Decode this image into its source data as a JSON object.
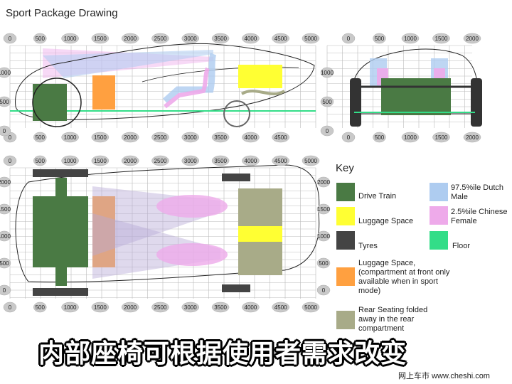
{
  "title": "Sport Package Drawing",
  "axes": {
    "top_x_ticks": [
      "0",
      "500",
      "1000",
      "1500",
      "2000",
      "2500",
      "3000",
      "3500",
      "4000",
      "4500",
      "5000"
    ],
    "top_x_ticks_bottom": [
      "0",
      "500",
      "1000",
      "1500",
      "2000",
      "2500",
      "3000",
      "3500",
      "4000",
      "4500"
    ],
    "side_y_ticks": [
      "1000",
      "500",
      "0"
    ],
    "front_x_ticks": [
      "0",
      "500",
      "1000",
      "1500",
      "2000"
    ],
    "plan_y_ticks": [
      "2000",
      "1500",
      "1000",
      "500",
      "0"
    ]
  },
  "key": {
    "title": "Key",
    "items": [
      {
        "label": "Drive Train",
        "color": "#4a7a44"
      },
      {
        "label": "Luggage Space",
        "color": "#ffff33"
      },
      {
        "label": "Tyres",
        "color": "#444444"
      },
      {
        "label": "Luggage Space, (compartment at front only available when in sport mode)",
        "color": "#ffa040"
      },
      {
        "label": "Rear Seating folded away in the rear compartment",
        "color": "#a8ab88"
      },
      {
        "label": "97.5%ile Dutch Male",
        "color": "#aeccf0"
      },
      {
        "label": "2.5%ile Chinese Female",
        "color": "#eeaaea"
      },
      {
        "label": "Floor",
        "color": "#33dd88"
      }
    ]
  },
  "banner": "内部座椅可根据使用者需求改变",
  "watermark": "网上车市 www.cheshi.com"
}
